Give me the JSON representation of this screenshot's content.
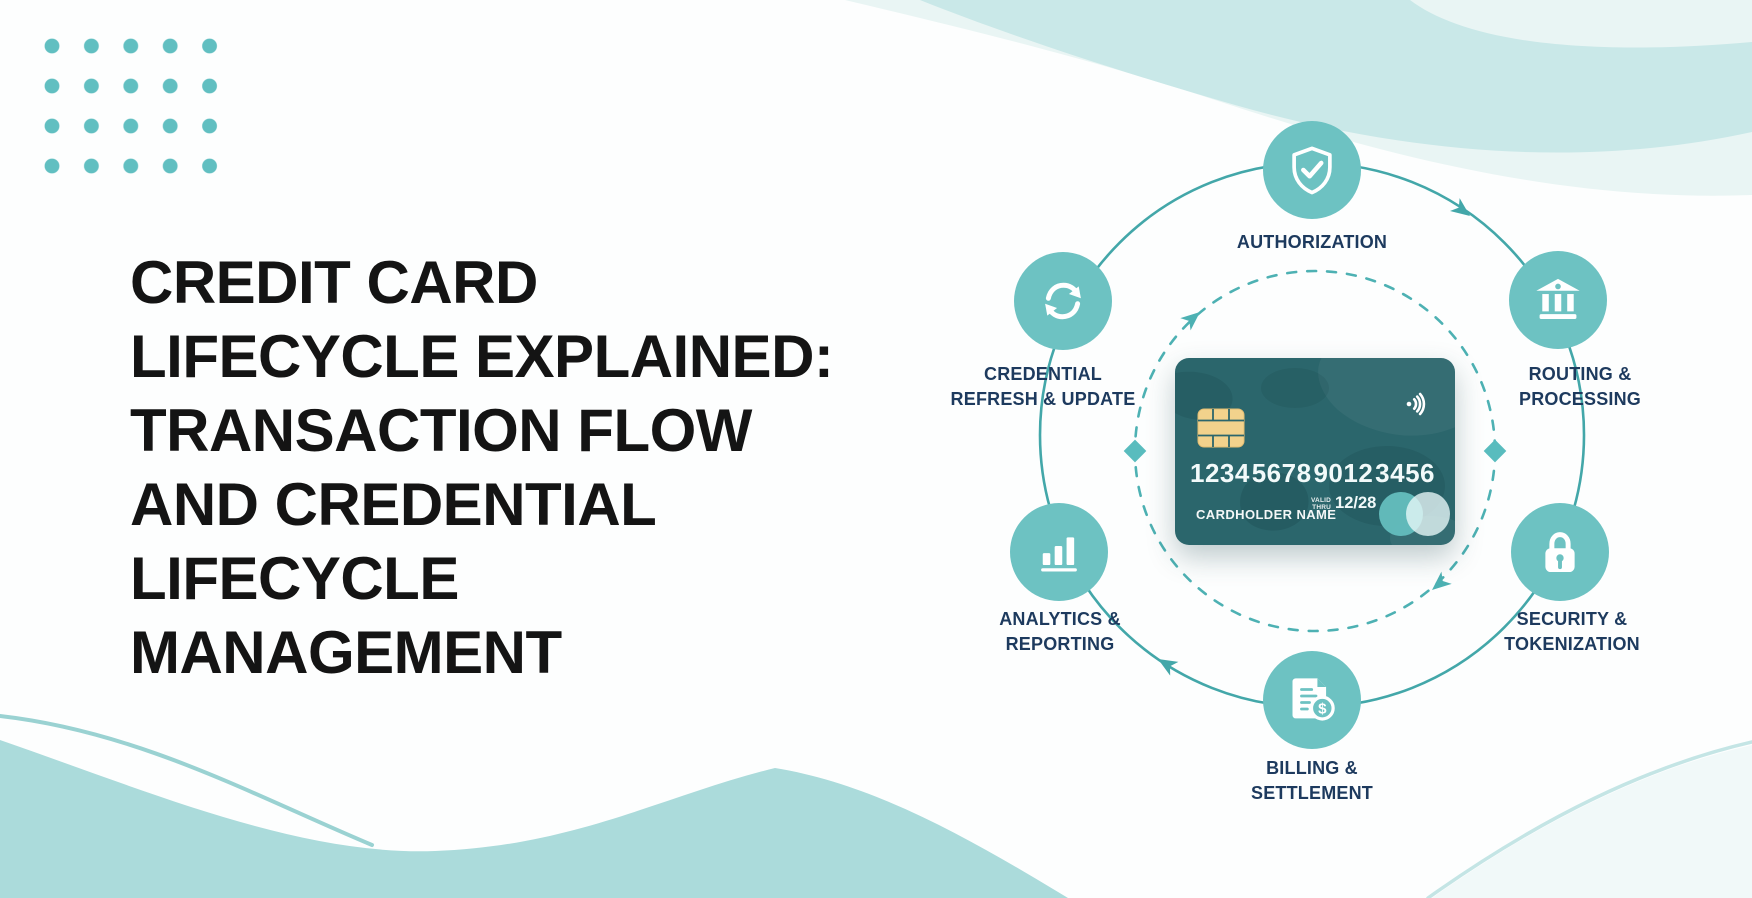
{
  "title": {
    "lines": [
      "CREDIT CARD",
      "LIFECYCLE EXPLAINED:",
      "TRANSACTION FLOW",
      "AND CREDENTIAL",
      "LIFECYCLE",
      "MANAGEMENT"
    ]
  },
  "diagram": {
    "nodes": {
      "authorization": {
        "icon": "shield-check-icon",
        "line1": "AUTHORIZATION"
      },
      "routing": {
        "icon": "bank-icon",
        "line1": "ROUTING &",
        "line2": "PROCESSING"
      },
      "security": {
        "icon": "padlock-icon",
        "line1": "SECURITY &",
        "line2": "TOKENIZATION"
      },
      "billing": {
        "icon": "invoice-dollar-icon",
        "line1": "BILLING &",
        "line2": "SETTLEMENT"
      },
      "analytics": {
        "icon": "bar-chart-icon",
        "line1": "ANALYTICS &",
        "line2": "REPORTING"
      },
      "credential": {
        "icon": "refresh-icon",
        "line1": "CREDENTIAL",
        "line2": "REFRESH & UPDATE"
      }
    },
    "flow_direction": "clockwise",
    "card": {
      "number_groups": [
        "1234",
        "5678",
        "9012",
        "3456"
      ],
      "cardholder_label": "CARDHOLDER NAME",
      "valid_line1": "VALID",
      "valid_line2": "THRU",
      "expiry": "12/28",
      "dollar_sign": "$"
    }
  },
  "colors": {
    "node_teal": "#6dc2c2",
    "outer_ring": "#43a7a9",
    "dashed_ring": "#4db1b3",
    "label_navy": "#1d3a5e",
    "title_black": "#141414",
    "card_teal": "#2b666c",
    "chip_gold": "#f2d28c",
    "wave_mint": "#c9e8e8",
    "wave_teal": "#abdbdb",
    "dot_teal": "#61bfc1"
  }
}
